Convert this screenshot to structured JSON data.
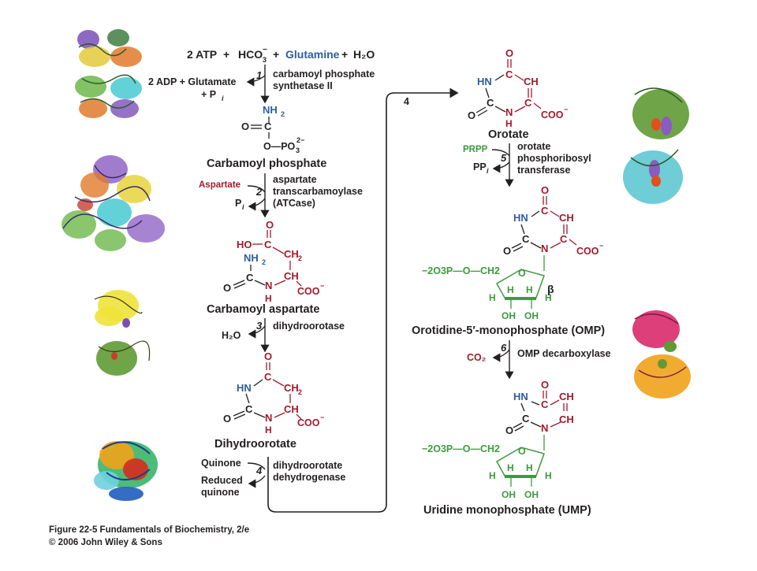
{
  "colors": {
    "carbon_chain": "#a3192b",
    "nitrogen_donor": "#2e5d9c",
    "ribose": "#3e9a3e",
    "text": "#231f20"
  },
  "pathway": {
    "substrates": {
      "atp": "2 ATP",
      "plus1": "+",
      "hco3": "HCO",
      "hco3_sub": "3",
      "hco3_sup": "−",
      "plus2": "+",
      "glutamine": "Glutamine",
      "plus3": "+",
      "water": "H₂O"
    },
    "step1": {
      "num": "1",
      "enzyme_line1": "carbamoyl phosphate",
      "enzyme_line2": "synthetase II",
      "products_line1": "2 ADP + Glutamate",
      "products_line2": "+ P",
      "products_sub": "i"
    },
    "carbamoyl_phosphate": {
      "name": "Carbamoyl phosphate",
      "nh2": "NH",
      "nh2_sub": "2",
      "o": "O",
      "c": "C",
      "po3": "O—PO",
      "po3_sub": "3",
      "po3_sup": "2−"
    },
    "step2": {
      "num": "2",
      "substrate": "Aspartate",
      "release": "P",
      "release_sub": "i",
      "enzyme_line1": "aspartate",
      "enzyme_line2": "transcarbamoylase",
      "enzyme_line3": "(ATCase)"
    },
    "carbamoyl_aspartate": {
      "name": "Carbamoyl aspartate",
      "ho": "HO",
      "c_top": "C",
      "o_top": "O",
      "ch2": "CH",
      "ch2_sub": "2",
      "nh2": "NH",
      "nh2_sub": "2",
      "o_left": "O",
      "c_left": "C",
      "n": "N",
      "h": "H",
      "ch": "CH",
      "coo": "COO",
      "coo_sup": "−"
    },
    "step3": {
      "num": "3",
      "release": "H₂O",
      "enzyme": "dihydroorotase"
    },
    "dihydroorotate": {
      "name": "Dihydroorotate",
      "o_top": "O",
      "c_top": "C",
      "hn": "HN",
      "ch2": "CH",
      "ch2_sub": "2",
      "o_left": "O",
      "c_left": "C",
      "n": "N",
      "h": "H",
      "ch": "CH",
      "coo": "COO",
      "coo_sup": "−"
    },
    "step4": {
      "num": "4",
      "substrate": "Quinone",
      "product_line1": "Reduced",
      "product_line2": "quinone",
      "enzyme_line1": "dihydroorotate",
      "enzyme_line2": "dehydrogenase",
      "arrow_num": "4"
    },
    "orotate": {
      "name": "Orotate",
      "o_top": "O",
      "c_top": "C",
      "hn": "HN",
      "ch": "CH",
      "o_left": "O",
      "c_left": "C",
      "n": "N",
      "h": "H",
      "c_right": "C",
      "coo": "COO",
      "coo_sup": "−"
    },
    "step5": {
      "num": "5",
      "substrate": "PRPP",
      "release": "PP",
      "release_sub": "i",
      "enzyme_line1": "orotate",
      "enzyme_line2": "phosphoribosyl",
      "enzyme_line3": "transferase"
    },
    "omp": {
      "name": "Orotidine-5′-monophosphate (OMP)",
      "o_top": "O",
      "c_top": "C",
      "hn": "HN",
      "ch": "CH",
      "o_left": "O",
      "c_left": "C",
      "n": "N",
      "c_right": "C",
      "coo": "COO",
      "coo_sup": "−",
      "phosphate": "−2O3P—O—CH2",
      "ring_o": "O",
      "h1": "H",
      "h2": "H",
      "h3": "H",
      "h4": "H",
      "oh1": "OH",
      "oh2": "OH",
      "beta": "β"
    },
    "step6": {
      "num": "6",
      "release": "CO₂",
      "enzyme": "OMP decarboxylase"
    },
    "ump": {
      "name": "Uridine monophosphate (UMP)",
      "o_top": "O",
      "c_top": "C",
      "hn": "HN",
      "ch1": "CH",
      "o_left": "O",
      "c_left": "C",
      "n": "N",
      "ch2": "CH",
      "phosphate": "−2O3P—O—CH2",
      "ring_o": "O",
      "h1": "H",
      "h2": "H",
      "h3": "H",
      "h4": "H",
      "oh1": "OH",
      "oh2": "OH"
    }
  },
  "enzyme_structures": [
    {
      "name": "carbamoyl-phosphate-synthetase-ribbon",
      "colors": [
        "#7a4fb8",
        "#3f7d3f",
        "#e3c93a",
        "#e07a2b",
        "#6bb84a",
        "#48c9d1"
      ]
    },
    {
      "name": "atcase-ribbon",
      "colors": [
        "#8a5bc2",
        "#e07a2b",
        "#e6d33a",
        "#48c9d1",
        "#6bb84a",
        "#c93d2b"
      ]
    },
    {
      "name": "dihydroorotase-ribbon",
      "colors": [
        "#f0e23a",
        "#5f9a34",
        "#7a4fb8"
      ]
    },
    {
      "name": "dihydroorotate-dehydrogenase-ribbon",
      "colors": [
        "#d62b1e",
        "#f0a21a",
        "#3ab56a",
        "#2a64c2",
        "#6fd0e0"
      ]
    },
    {
      "name": "opr-transferase-ribbon",
      "colors": [
        "#5f9a34",
        "#5ec8d2",
        "#8a5bc2",
        "#e0501e"
      ]
    },
    {
      "name": "omp-decarboxylase-ribbon",
      "colors": [
        "#d92a6c",
        "#f0a21a",
        "#5f9a34"
      ]
    }
  ],
  "caption": {
    "line1": "Figure 22-5 Fundamentals of Biochemistry, 2/e",
    "line2": "© 2006 John Wiley & Sons"
  }
}
